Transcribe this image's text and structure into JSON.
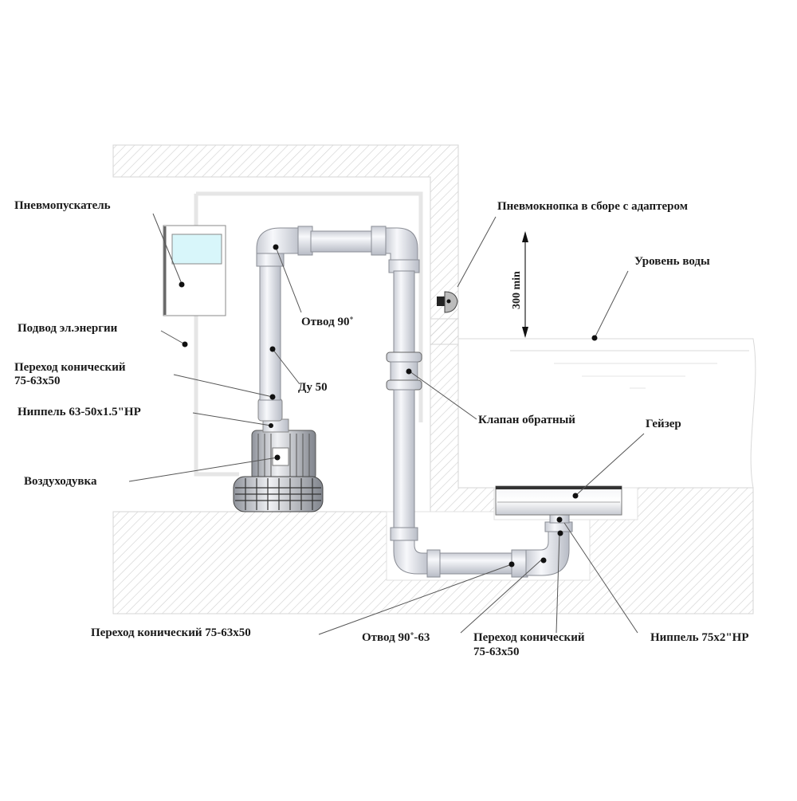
{
  "diagram": {
    "title": "Схема подключения гейзера с воздуходувкой",
    "colors": {
      "hatch": "#c8c8c8",
      "pipe_fill": "#e9ecf2",
      "pipe_stroke": "#8a8d95",
      "panel_screen": "#d8f6fa",
      "text": "#1a1a1a",
      "leader": "#555555"
    },
    "labels": {
      "pnevmopuskatel": "Пневмопускатель",
      "podvod": "Подвод эл.энергии",
      "perehod_left_line1": "Переход конический",
      "perehod_left_line2": "75-63x50",
      "nippel_left": "Ниппель 63-50x1.5\"НР",
      "vozduhoduvka": "Воздуходувка",
      "otvod_top": "Отвод 90˚",
      "du50": "Ду 50",
      "pnevmoknopka": "Пневмокнопка в сборе  с адаптером",
      "dimension": "300 min",
      "uroven": "Уровень воды",
      "klapan": "Клапан обратный",
      "geyser": "Гейзер",
      "perehod_bottom": "Переход конический 75-63x50",
      "otvod_bottom": "Отвод 90˚-63",
      "perehod_bottom2_line1": "Переход конический",
      "perehod_bottom2_line2": "75-63x50",
      "nippel_bottom": "Ниппель 75x2\"НР"
    }
  }
}
